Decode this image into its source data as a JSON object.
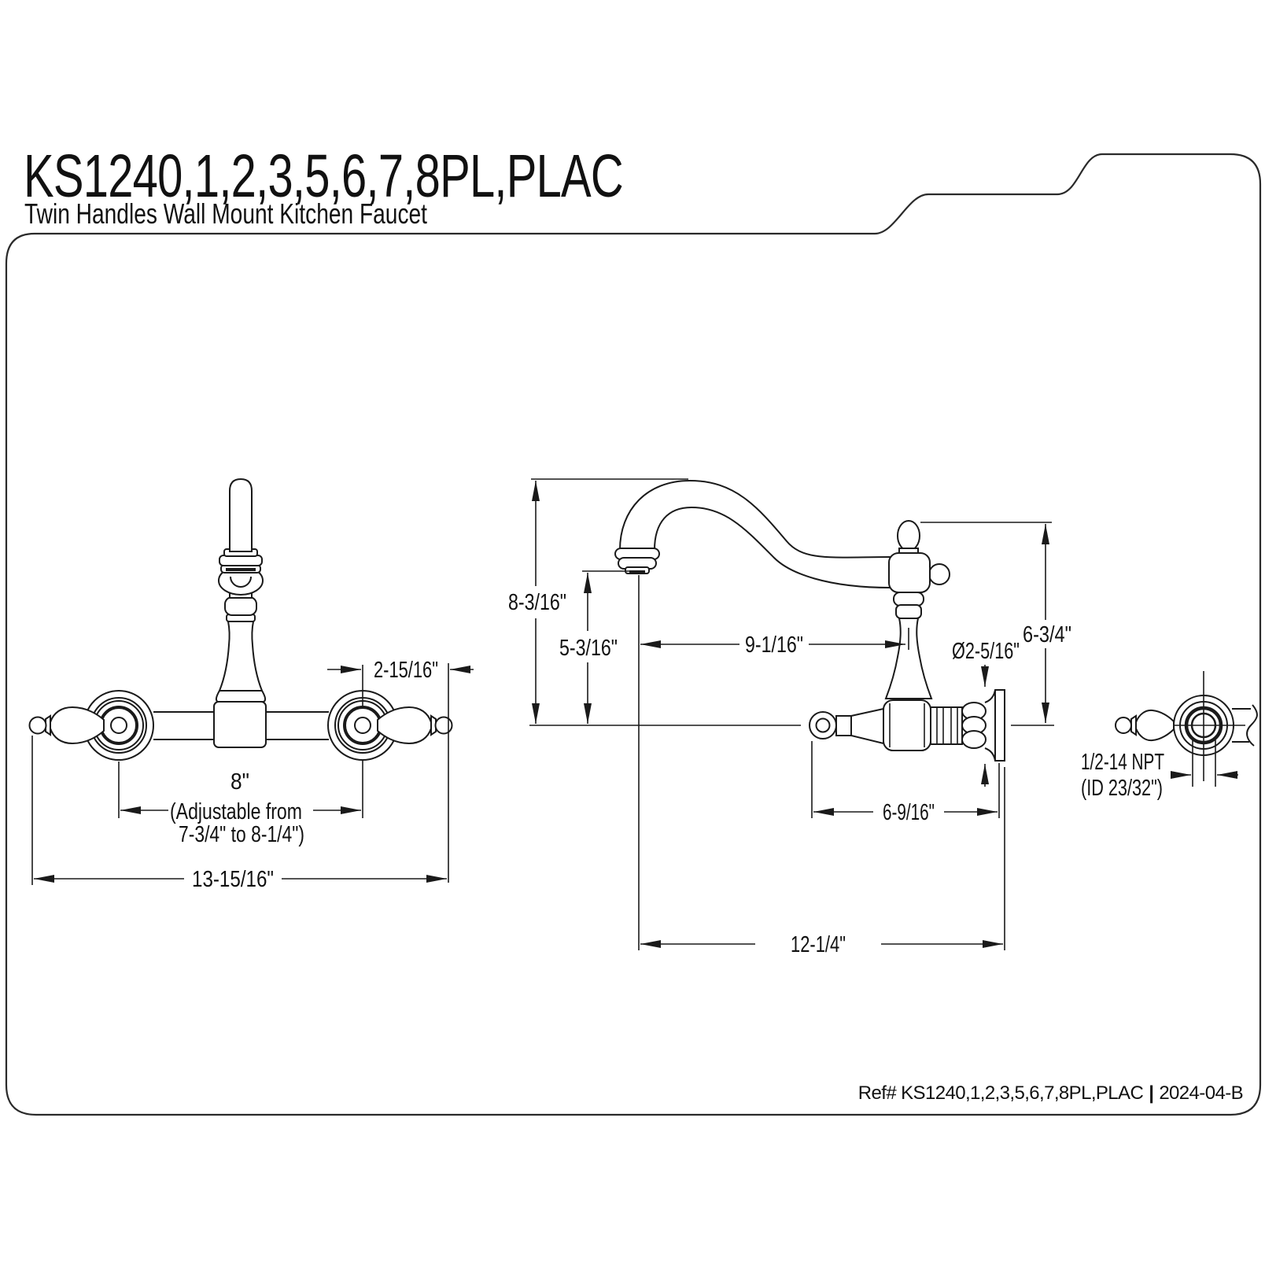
{
  "page": {
    "title": "KS1240,1,2,3,5,6,7,8PL,PLAC",
    "subtitle": "Twin Handles Wall Mount Kitchen Faucet",
    "footer_ref": "Ref# KS1240,1,2,3,5,6,7,8PL,PLAC",
    "footer_separator": "|",
    "footer_revision": "2024-04-B"
  },
  "front_view": {
    "dims": {
      "handle_to_center": "2-15/16\"",
      "center_spacing": "8\"",
      "spacing_note_1": "(Adjustable from",
      "spacing_note_2": "7-3/4\" to 8-1/4\")",
      "overall_width": "13-15/16\""
    }
  },
  "side_view": {
    "dims": {
      "spout_apex_height": "8-3/16\"",
      "spout_outlet_height": "5-3/16\"",
      "spout_reach": "9-1/16\"",
      "escutcheon_diameter": "Ø2-5/16\"",
      "handle_height": "6-3/4\"",
      "valve_projection": "6-9/16\"",
      "overall_projection": "12-1/4\""
    }
  },
  "connection_view": {
    "thread_spec": "1/2-14 NPT",
    "inner_diameter_note": "(ID 23/32\")"
  }
}
